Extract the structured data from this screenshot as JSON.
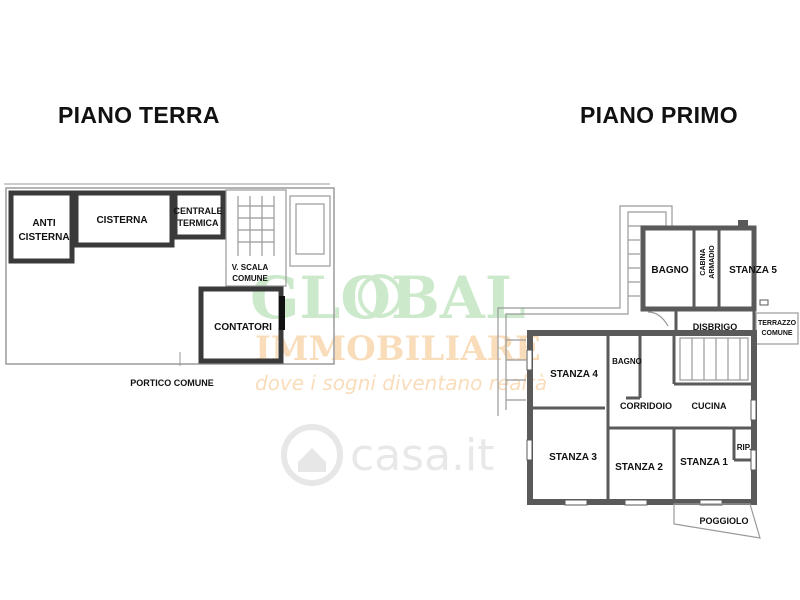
{
  "titles": {
    "ground": "PIANO TERRA",
    "first": "PIANO PRIMO"
  },
  "ground_floor": {
    "anti_cisterna": [
      "ANTI",
      "CISTERNA"
    ],
    "cisterna": "CISTERNA",
    "centrale_termica": [
      "CENTRALE",
      "TERMICA"
    ],
    "vano_scala": [
      "V. SCALA",
      "COMUNE"
    ],
    "contatori": "CONTATORI",
    "portico": "PORTICO COMUNE"
  },
  "first_floor": {
    "bagno_upper": "BAGNO",
    "cabina_armadio": [
      "CABINA",
      "ARMADIO"
    ],
    "stanza5": "STANZA 5",
    "disbrigo": "DISBRIGO",
    "terrazzo": [
      "TERRAZZO",
      "COMUNE"
    ],
    "stanza4": "STANZA 4",
    "bagno": "BAGNO",
    "corridoio": "CORRIDOIO",
    "cucina": "CUCINA",
    "stanza3": "STANZA 3",
    "stanza2": "STANZA 2",
    "stanza1": "STANZA 1",
    "ripostiglio": "RIP.",
    "poggiolo": "POGGIOLO"
  },
  "watermark": {
    "brand": "GLOBAL",
    "sub": "IMMOBILIARE",
    "tagline": "dove i sogni diventano realtà",
    "site": "casa.it",
    "colors": {
      "green": "#8fcf8f",
      "orange": "#f2b66b",
      "gray": "#c8c8c8"
    }
  },
  "colors": {
    "wall": "#6b6b6b",
    "wall_dark": "#3a3a3a",
    "thin": "#9a9a9a"
  }
}
